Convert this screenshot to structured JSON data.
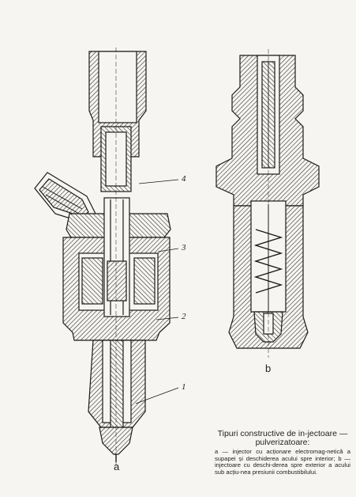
{
  "figure": {
    "callouts": [
      "4",
      "3",
      "2",
      "1"
    ],
    "sublabel_a": "a",
    "sublabel_b": "b"
  },
  "caption": {
    "title": "Tipuri constructive de in-jectoare — pulverizatoare:",
    "body": "a — injector cu acționare electromag-netică a supapei și deschiderea acului spre interior; b — injectoare cu deschi-derea spre exterior a acului sub acțiu-nea presiunii combustibilului."
  },
  "colors": {
    "ink": "#1a1a1a",
    "paper": "#f6f5f1"
  }
}
